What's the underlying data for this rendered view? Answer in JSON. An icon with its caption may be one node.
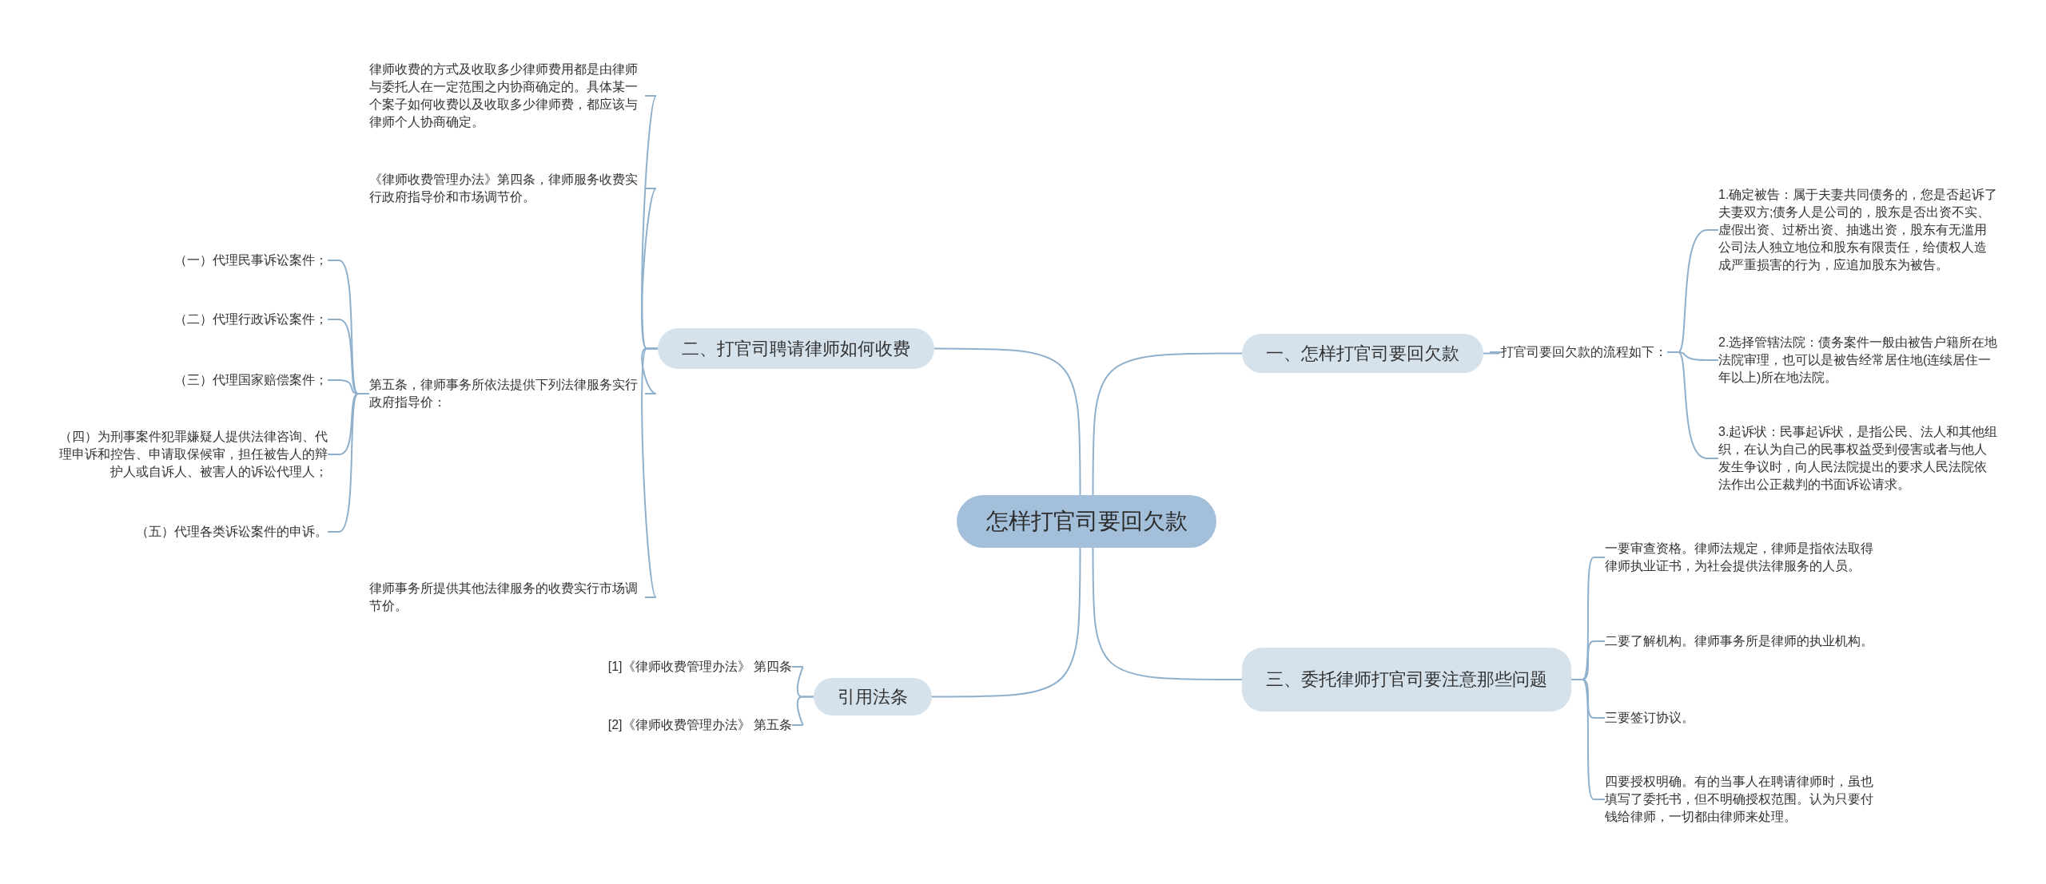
{
  "diagram": {
    "nodes": [
      {
        "text": [
          "怎样打官司要回欠款"
        ]
      },
      {
        "text": [
          "一、怎样打官司要回欠款"
        ]
      },
      {
        "text": [
          "打官司要回欠款的流程如下："
        ]
      },
      {
        "text": [
          "1.确定被告：属于夫妻共同债务的，您是否起诉了夫妻双方;债务人是公司的，股东是否出资不实、虚假出资、过桥出资、抽逃出资，股东有无滥用公司法人独立地位和股东有限责任，给债权人造成严重损害的行为，应追加股东为被告。"
        ]
      },
      {
        "text": [
          "2.选择管辖法院：债务案件一般由被告户籍所在地法院审理，也可以是被告经常居住地(连续居住一年以上)所在地法院。"
        ]
      },
      {
        "text": [
          "3.起诉状：民事起诉状，是指公民、法人和其他组织，在认为自己的民事权益受到侵害或者与他人发生争议时，向人民法院提出的要求人民法院依法作出公正裁判的书面诉讼请求。"
        ]
      },
      {
        "text": [
          "三、委托律师打官司要注意那些问题"
        ]
      },
      {
        "text": [
          "一要审查资格。律师法规定，律师是指依法取得律师执业证书，为社会提供法律服务的人员。"
        ]
      },
      {
        "text": [
          "二要了解机构。律师事务所是律师的执业机构。"
        ]
      },
      {
        "text": [
          "三要签订协议。"
        ]
      },
      {
        "text": [
          "四要授权明确。有的当事人在聘请律师时，虽也填写了委托书，但不明确授权范围。认为只要付钱给律师，一切都由律师来处理。"
        ]
      },
      {
        "text": [
          "二、打官司聘请律师如何收费"
        ]
      },
      {
        "text": [
          "律师收费的方式及收取多少律师费用都是由律师与委托人在一定范围之内协商确定的。具体某一个案子如何收费以及收取多少律师费，都应该与律师个人协商确定。"
        ]
      },
      {
        "text": [
          "《律师收费管理办法》第四条，律师服务收费实行政府指导价和市场调节价。"
        ]
      },
      {
        "text": [
          "第五条，律师事务所依法提供下列法律服务实行政府指导价："
        ]
      },
      {
        "text": [
          "（一）代理民事诉讼案件；"
        ]
      },
      {
        "text": [
          "（二）代理行政诉讼案件；"
        ]
      },
      {
        "text": [
          "（三）代理国家赔偿案件；"
        ]
      },
      {
        "text": [
          "（四）为刑事案件犯罪嫌疑人提供法律咨询、代理申诉和控告、申请取保候审，担任被告人的辩护人或自诉人、被害人的诉讼代理人；"
        ]
      },
      {
        "text": [
          "（五）代理各类诉讼案件的申诉。"
        ]
      },
      {
        "text": [
          "律师事务所提供其他法律服务的收费实行市场调节价。"
        ]
      },
      {
        "text": [
          "引用法条"
        ]
      },
      {
        "text": [
          "[1]《律师收费管理办法》 第四条"
        ]
      },
      {
        "text": [
          "[2]《律师收费管理办法》 第五条"
        ]
      }
    ],
    "edges": [
      {
        "from": 0,
        "to": 1,
        "arrow": "none"
      },
      {
        "from": 1,
        "to": 2,
        "arrow": "none"
      },
      {
        "from": 2,
        "to": 3,
        "arrow": "none"
      },
      {
        "from": 2,
        "to": 4,
        "arrow": "none"
      },
      {
        "from": 2,
        "to": 5,
        "arrow": "none"
      },
      {
        "from": 0,
        "to": 6,
        "arrow": "none"
      },
      {
        "from": 6,
        "to": 7,
        "arrow": "none"
      },
      {
        "from": 6,
        "to": 8,
        "arrow": "none"
      },
      {
        "from": 6,
        "to": 9,
        "arrow": "none"
      },
      {
        "from": 6,
        "to": 10,
        "arrow": "none"
      },
      {
        "from": 0,
        "to": 11,
        "arrow": "none"
      },
      {
        "from": 11,
        "to": 12,
        "arrow": "none"
      },
      {
        "from": 11,
        "to": 13,
        "arrow": "none"
      },
      {
        "from": 11,
        "to": 14,
        "arrow": "none"
      },
      {
        "from": 11,
        "to": 20,
        "arrow": "none"
      },
      {
        "from": 14,
        "to": 15,
        "arrow": "none"
      },
      {
        "from": 14,
        "to": 16,
        "arrow": "none"
      },
      {
        "from": 14,
        "to": 17,
        "arrow": "none"
      },
      {
        "from": 14,
        "to": 18,
        "arrow": "none"
      },
      {
        "from": 14,
        "to": 19,
        "arrow": "none"
      },
      {
        "from": 0,
        "to": 21,
        "arrow": "none"
      },
      {
        "from": 21,
        "to": 22,
        "arrow": "none"
      },
      {
        "from": 21,
        "to": 23,
        "arrow": "none"
      }
    ]
  }
}
